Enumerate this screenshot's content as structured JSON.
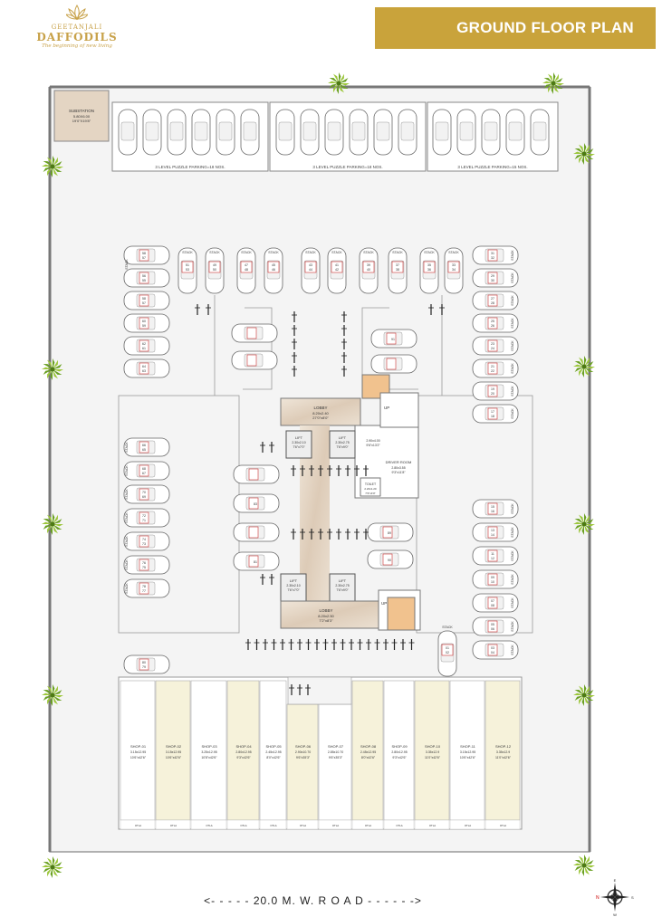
{
  "header": {
    "brand_top": "GEETANJALI",
    "brand_name": "DAFFODILS",
    "tagline": "The beginning of new living",
    "title": "GROUND FLOOR PLAN"
  },
  "colors": {
    "gold": "#c9a33b",
    "shop_cream": "#f6f2da",
    "shop_white": "#ffffff",
    "lobby_marble": "#e4d7c7",
    "stair_orange": "#f1c28e",
    "tree_green": "#7fb02e",
    "wall_gray": "#8a8a8a"
  },
  "substation": {
    "label": "SUBSTATION",
    "dims": "5.80X6.00",
    "dims_ft": "19'0\"X19'8\""
  },
  "puzzle_parking": [
    {
      "label": "3 LEVEL PUZZLE PARKING=18 NOS."
    },
    {
      "label": "3 LEVEL PUZZLE PARKING=18 NOS."
    },
    {
      "label": "3 LEVEL PUZZLE PARKING=15 NOS."
    }
  ],
  "stack_label": "STACK",
  "parking": {
    "top_row": [
      [
        "51",
        "53"
      ],
      [
        "49",
        "50"
      ],
      [
        "47",
        "48"
      ],
      [
        "45",
        "46"
      ],
      [
        "43",
        "44"
      ],
      [
        "41",
        "42"
      ],
      [
        "39",
        "40"
      ],
      [
        "37",
        "38"
      ],
      [
        "35",
        "36"
      ],
      [
        "33",
        "34"
      ]
    ],
    "left_column_top": [
      [
        "58",
        "57"
      ],
      [
        "56",
        "55"
      ],
      [
        "58",
        "57"
      ],
      [
        "60",
        "59"
      ],
      [
        "62",
        "61"
      ],
      [
        "64",
        "63"
      ]
    ],
    "left_column_bottom": [
      [
        "66",
        "65"
      ],
      [
        "68",
        "67"
      ],
      [
        "70",
        "69"
      ],
      [
        "72",
        "71"
      ],
      [
        "74",
        "73"
      ],
      [
        "76",
        "75"
      ],
      [
        "78",
        "77"
      ]
    ],
    "right_column_top": [
      [
        "31",
        "32"
      ],
      [
        "29",
        "30"
      ],
      [
        "27",
        "28"
      ],
      [
        "25",
        "26"
      ],
      [
        "23",
        "24"
      ],
      [
        "21",
        "22"
      ],
      [
        "19",
        "20"
      ],
      [
        "17",
        "18"
      ]
    ],
    "right_column_bottom": [
      [
        "15",
        "16"
      ],
      [
        "13",
        "14"
      ],
      [
        "11",
        "12"
      ],
      [
        "09",
        "10"
      ],
      [
        "07",
        "08"
      ],
      [
        "05",
        "06"
      ],
      [
        "03",
        "04"
      ]
    ],
    "single_bottom_left": [
      "80",
      "79"
    ],
    "single_bottom_right": [
      "01",
      "02"
    ],
    "inner_left": [
      "87",
      "86",
      "85",
      "84",
      "83",
      "82",
      "81"
    ],
    "inner_right": [
      "88",
      "89",
      "90",
      "91",
      "92"
    ]
  },
  "rooms": {
    "lobby_top": {
      "name": "LOBBY",
      "dims": "8.20x2.40",
      "dims_ft": "27'0\"x8'0\""
    },
    "lobby_bottom": {
      "name": "LOBBY",
      "dims": "8.20x2.50",
      "dims_ft": "7'2\"x8'3\""
    },
    "lift_a": {
      "name": "LIFT",
      "dims": "2.30x2.10",
      "dims_ft": "7'6\"x7'0\""
    },
    "lift_b": {
      "name": "LIFT",
      "dims": "2.30x2.75",
      "dims_ft": "7'6\"x9'0\""
    },
    "lift_c": {
      "name": "LIFT",
      "dims": "2.30x2.10",
      "dims_ft": "7'6\"x7'0\""
    },
    "lift_d": {
      "name": "LIFT",
      "dims": "2.30x2.75",
      "dims_ft": "7'6\"x9'0\""
    },
    "driver_room": {
      "name": "DRIVER ROOM",
      "dims": "2.80x3.55",
      "dims_ft": "9'3\"x11'8\""
    },
    "toilet": {
      "name": "TOILET",
      "dims": "2.20x1.20",
      "dims_ft": "7'3\"x4'0\""
    },
    "stair_hall": {
      "dims": "2.90x4.00",
      "dims_ft": "9'6\"x13'2\""
    },
    "up": "UP"
  },
  "shops": [
    {
      "name": "SHOP-01",
      "dims": "3.15x12.95",
      "ft": "10'6\"x42'6\""
    },
    {
      "name": "SHOP-02",
      "dims": "3.15x12.95",
      "ft": "10'6\"x42'6\""
    },
    {
      "name": "SHOP-03",
      "dims": "3.25x12.95",
      "ft": "10'8\"x42'6\""
    },
    {
      "name": "SHOP-04",
      "dims": "2.80x12.95",
      "ft": "9'3\"x42'6\""
    },
    {
      "name": "SHOP-05",
      "dims": "2.45x12.95",
      "ft": "8'0\"x42'6\""
    },
    {
      "name": "SHOP-06",
      "dims": "2.90x10.70",
      "ft": "9'6\"x35'3\""
    },
    {
      "name": "SHOP-07",
      "dims": "2.85x10.70",
      "ft": "9'6\"x35'3\""
    },
    {
      "name": "SHOP-08",
      "dims": "2.45x12.95",
      "ft": "8'0\"x42'6\""
    },
    {
      "name": "SHOP-09",
      "dims": "2.80x12.95",
      "ft": "9'3\"x42'6\""
    },
    {
      "name": "SHOP-10",
      "dims": "3.35x12.9",
      "ft": "11'0\"x42'6\""
    },
    {
      "name": "SHOP-11",
      "dims": "3.15x12.95",
      "ft": "10'6\"x42'6\""
    },
    {
      "name": "SHOP-12",
      "dims": "3.35x12.9",
      "ft": "11'0\"x42'6\""
    }
  ],
  "otla_label": "OTLA",
  "road": "<- - - - - 20.0 M. W. R O A D - - - - - ->",
  "compass": {
    "n": "N",
    "s": "S",
    "e": "E",
    "w": "W"
  }
}
